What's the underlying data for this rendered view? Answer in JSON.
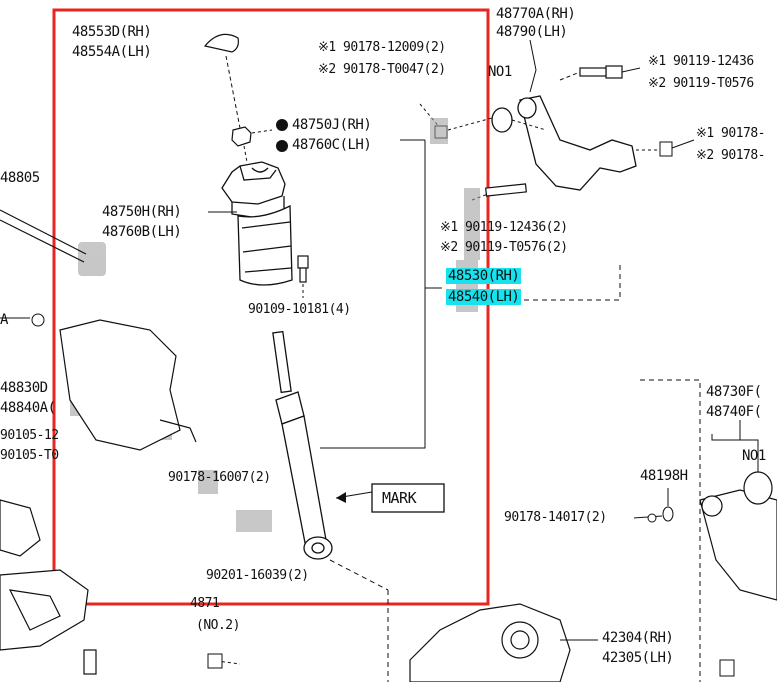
{
  "labels": {
    "rh_48553": "48553D(RH)",
    "lh_48554": "48554A(LH)",
    "note_90178_12009": "※1 90178-12009(2)",
    "note_90178_T0047": "※2 90178-T0047(2)",
    "rh_48750j": "48750J(RH)",
    "lh_48760c": "48760C(LH)",
    "rh_48750h": "48750H(RH)",
    "lh_48760b": "48760B(LH)",
    "p_90109": "90109-10181(4)",
    "rh_48770a": "48770A(RH)",
    "lh_48790": "48790(LH)",
    "no1_top": "NO1",
    "note_r1": "※1 90119-12436",
    "note_r2": "※2 90119-T0576",
    "note_r3": "※1 90178-",
    "note_r4": "※2 90178-",
    "note_mid1": "※1 90119-12436(2)",
    "note_mid2": "※2 90119-T0576(2)",
    "rh_shock": "48530(RH)",
    "lh_shock": "48540(LH)",
    "left_48805": "48805",
    "left_a": "A",
    "left_48830": "48830D",
    "left_48840": "48840A(",
    "left_90105a": "90105-12",
    "left_90105b": "90105-T0",
    "p_16007": "90178-16007(2)",
    "mark": "MARK",
    "p_16039": "90201-16039(2)",
    "p_4871": "4871",
    "no2": "(NO.2)",
    "rh_48730f": "48730F(",
    "lh_48740f": "48740F(",
    "no1_right": "NO1",
    "p_48198h": "48198H",
    "p_14017": "90178-14017(2)",
    "rh_42304": "42304(RH)",
    "lh_42305": "42305(LH)"
  }
}
